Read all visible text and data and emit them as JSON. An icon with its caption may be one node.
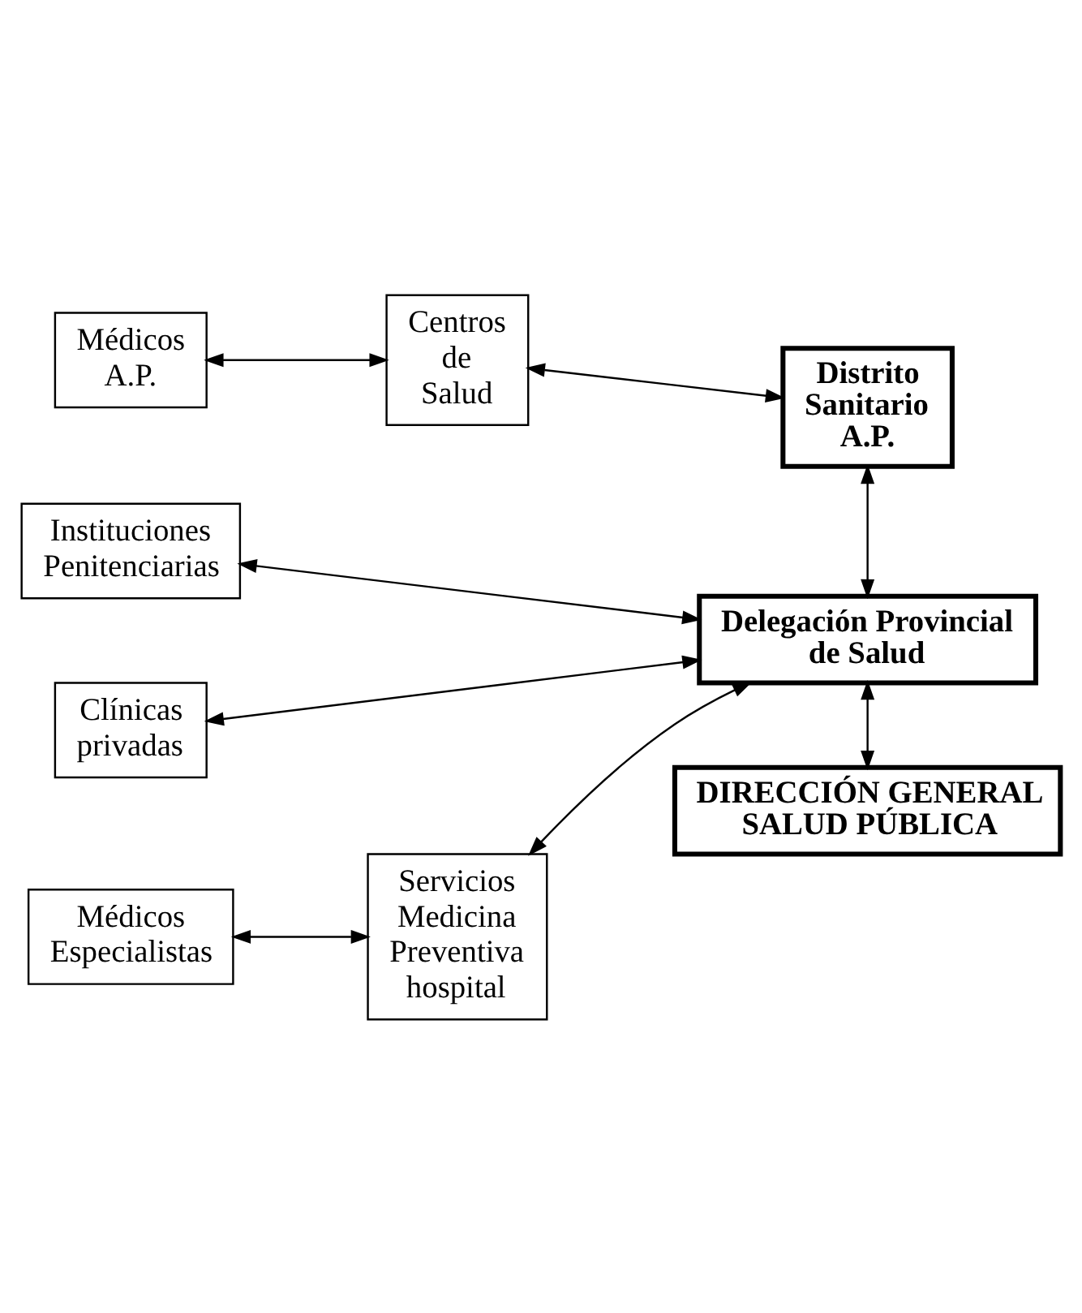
{
  "diagram": {
    "nodes": [
      {
        "text": [
          "Médicos A.P."
        ]
      },
      {
        "text": [
          "Centros de Salud"
        ]
      },
      {
        "text": [
          "Distrito Sanitario A.P."
        ]
      },
      {
        "text": [
          "Médicos Especialistas"
        ]
      },
      {
        "text": [
          "Servicios Medicina Preventiva hospital"
        ]
      },
      {
        "text": [
          "Instituciones Penitenciarias"
        ]
      },
      {
        "text": [
          "Delegación Provincial de Salud"
        ]
      },
      {
        "text": [
          "Clínicas privadas"
        ]
      },
      {
        "text": [
          "DIRECCIÓN GENERAL SALUD PÚBLICA"
        ]
      }
    ],
    "edges": [
      {
        "from": 0,
        "to": 1,
        "arrow": "both"
      },
      {
        "from": 1,
        "to": 2,
        "arrow": "both"
      },
      {
        "from": 2,
        "to": 6,
        "arrow": "both"
      },
      {
        "from": 3,
        "to": 4,
        "arrow": "both"
      },
      {
        "from": 4,
        "to": 6,
        "arrow": "both"
      },
      {
        "from": 5,
        "to": 6,
        "arrow": "both"
      },
      {
        "from": 7,
        "to": 6,
        "arrow": "both"
      },
      {
        "from": 6,
        "to": 8,
        "arrow": "both"
      }
    ]
  }
}
